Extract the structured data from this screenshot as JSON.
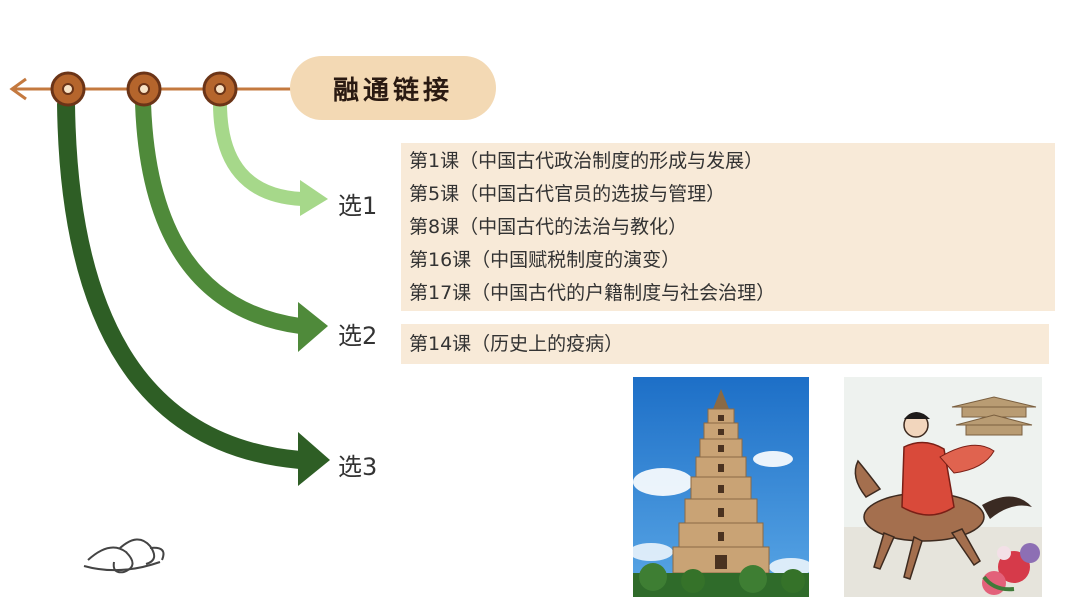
{
  "title": "融通链接",
  "selections": [
    {
      "label": "选1"
    },
    {
      "label": "选2"
    },
    {
      "label": "选3"
    }
  ],
  "group1": [
    "第1课（中国古代政治制度的形成与发展）",
    "第5课（中国古代官员的选拔与管理）",
    "第8课（中国古代的法治与教化）",
    "第16课（中国赋税制度的演变）",
    "第17课（中国古代的户籍制度与社会治理）"
  ],
  "group2": [
    "第14课（历史上的疫病）"
  ],
  "colors": {
    "pill": "#f3d9b4",
    "box": "#f8ead8",
    "line": "#c4793f",
    "arrow_light": "#a6d88a",
    "arrow_mid": "#4f8a3a",
    "arrow_dark": "#2e5e25"
  },
  "images": {
    "pagoda": "pagoda-photo",
    "horseman": "horseman-painting"
  }
}
